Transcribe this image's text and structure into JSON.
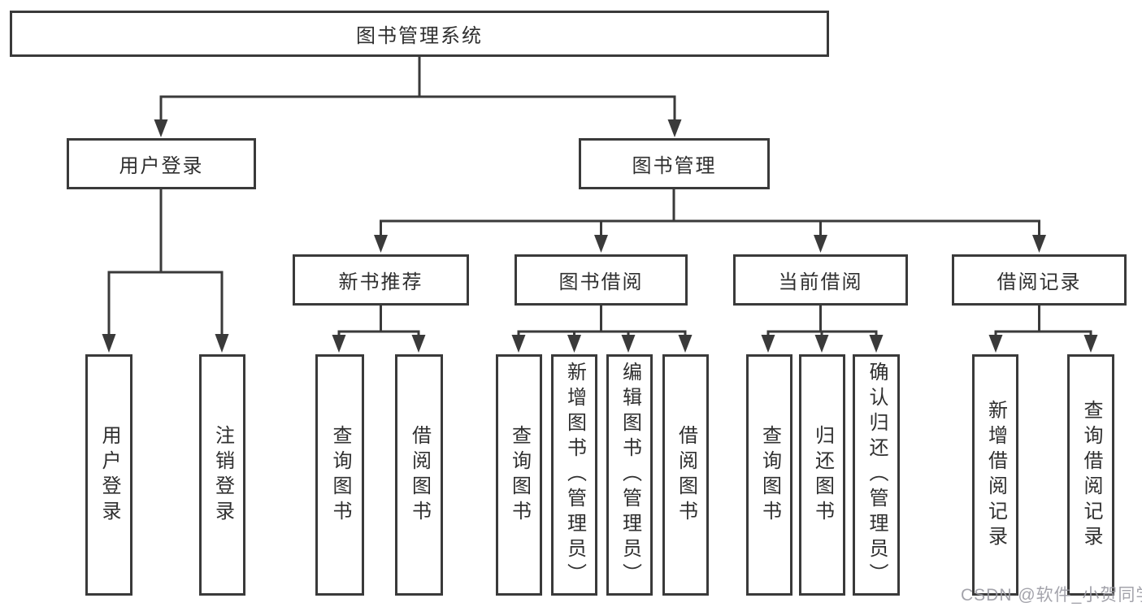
{
  "tree": {
    "label": "图书管理系统",
    "children": [
      {
        "label": "用户登录",
        "children": [
          {
            "label": "用户登录"
          },
          {
            "label": "注销登录"
          }
        ]
      },
      {
        "label": "图书管理",
        "children": [
          {
            "label": "新书推荐",
            "children": [
              {
                "label": "查询图书"
              },
              {
                "label": "借阅图书"
              }
            ]
          },
          {
            "label": "图书借阅",
            "children": [
              {
                "label": "查询图书"
              },
              {
                "label": "新增图书（管理员）"
              },
              {
                "label": "编辑图书（管理员）"
              },
              {
                "label": "借阅图书"
              }
            ]
          },
          {
            "label": "当前借阅",
            "children": [
              {
                "label": "查询图书"
              },
              {
                "label": "归还图书"
              },
              {
                "label": "确认归还（管理员）"
              }
            ]
          },
          {
            "label": "借阅记录",
            "children": [
              {
                "label": "新增借阅记录"
              },
              {
                "label": "查询借阅记录"
              }
            ]
          }
        ]
      }
    ]
  },
  "watermark": "CSDN @软件_小贺同学",
  "colors": {
    "line": "#3a3a3a",
    "text": "#2f2f2f",
    "watermark": "#9a9aa2",
    "background": "#ffffff"
  }
}
